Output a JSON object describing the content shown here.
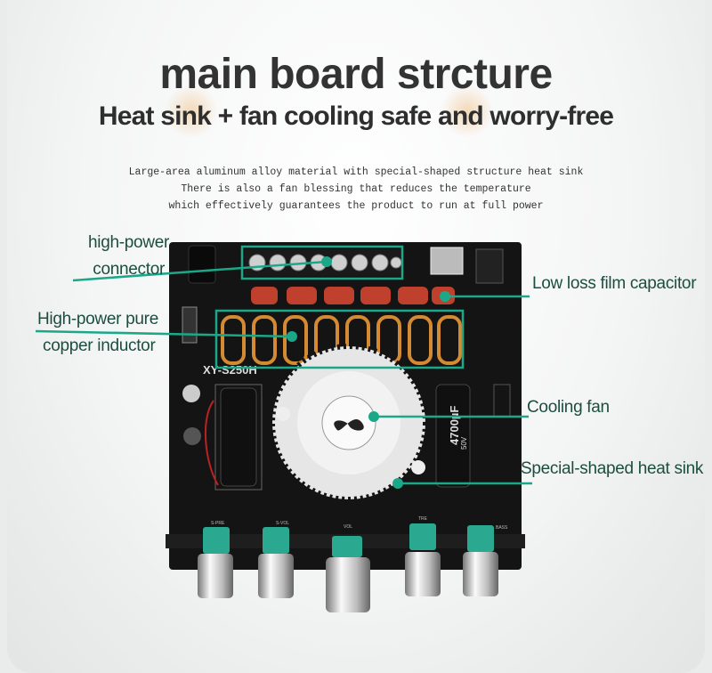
{
  "header": {
    "title": "main board strcture",
    "subtitle": "Heat sink + fan cooling  safe and worry-free",
    "description": [
      "Large-area aluminum alloy material with special-shaped structure heat sink",
      "There is also a fan blessing that reduces the temperature",
      "which effectively guarantees the product to run at full power"
    ]
  },
  "callouts": {
    "connector": [
      "high-power",
      "connector"
    ],
    "capacitor": "Low loss film capacitor",
    "inductor": [
      "High-power pure",
      "copper inductor"
    ],
    "fan": "Cooling fan",
    "heatsink": "Special-shaped heat sink"
  },
  "board": {
    "model": "XY-S250H",
    "cap_value": "4700µF",
    "cap_voltage": "50V",
    "knobs": [
      "S-PRE",
      "S-VOL",
      "VOL",
      "TRE",
      "BASS"
    ]
  },
  "colors": {
    "accent": "#1aa889",
    "label": "#1c4e40",
    "board": "#141414"
  }
}
